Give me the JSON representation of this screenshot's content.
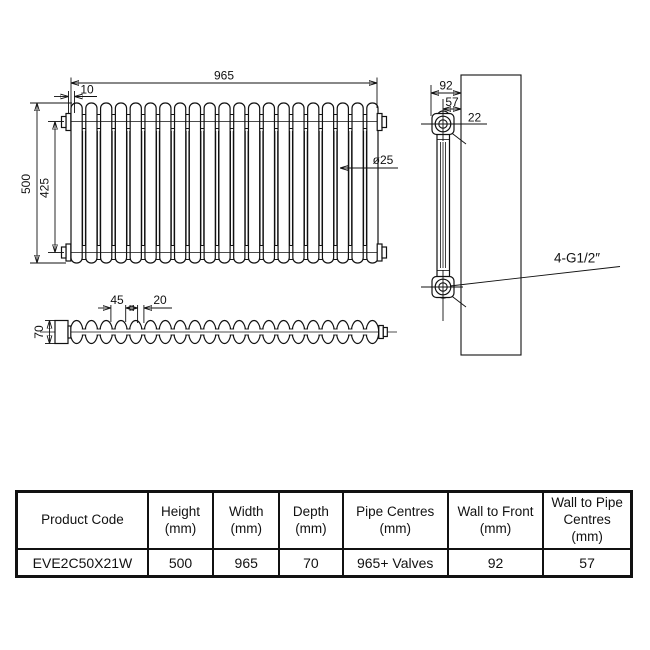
{
  "drawing": {
    "line_color": "#111111",
    "front_view": {
      "column_count": 21,
      "dim_width": "965",
      "dim_end_offset": "10",
      "dim_height": "500",
      "dim_pipe_centres_height": "425",
      "dim_column_diameter": "ø25"
    },
    "top_view": {
      "section_count": 21,
      "dim_section_pitch": "45",
      "dim_section_gap": "20",
      "dim_depth": "70"
    },
    "side_view": {
      "dim_wall_to_front": "92",
      "dim_wall_to_pipe_centre": "57",
      "dim_wall_to_body": "22",
      "connection_label": "4-G1/2″"
    }
  },
  "table": {
    "columns": [
      {
        "title": "Product Code",
        "unit": ""
      },
      {
        "title": "Height",
        "unit": "(mm)"
      },
      {
        "title": "Width",
        "unit": "(mm)"
      },
      {
        "title": "Depth",
        "unit": "(mm)"
      },
      {
        "title": "Pipe Centres",
        "unit": "(mm)"
      },
      {
        "title": "Wall to Front",
        "unit": "(mm)"
      },
      {
        "title": "Wall to Pipe Centres",
        "unit": "(mm)"
      }
    ],
    "row": [
      "EVE2C50X21W",
      "500",
      "965",
      "70",
      "965+ Valves",
      "92",
      "57"
    ]
  }
}
